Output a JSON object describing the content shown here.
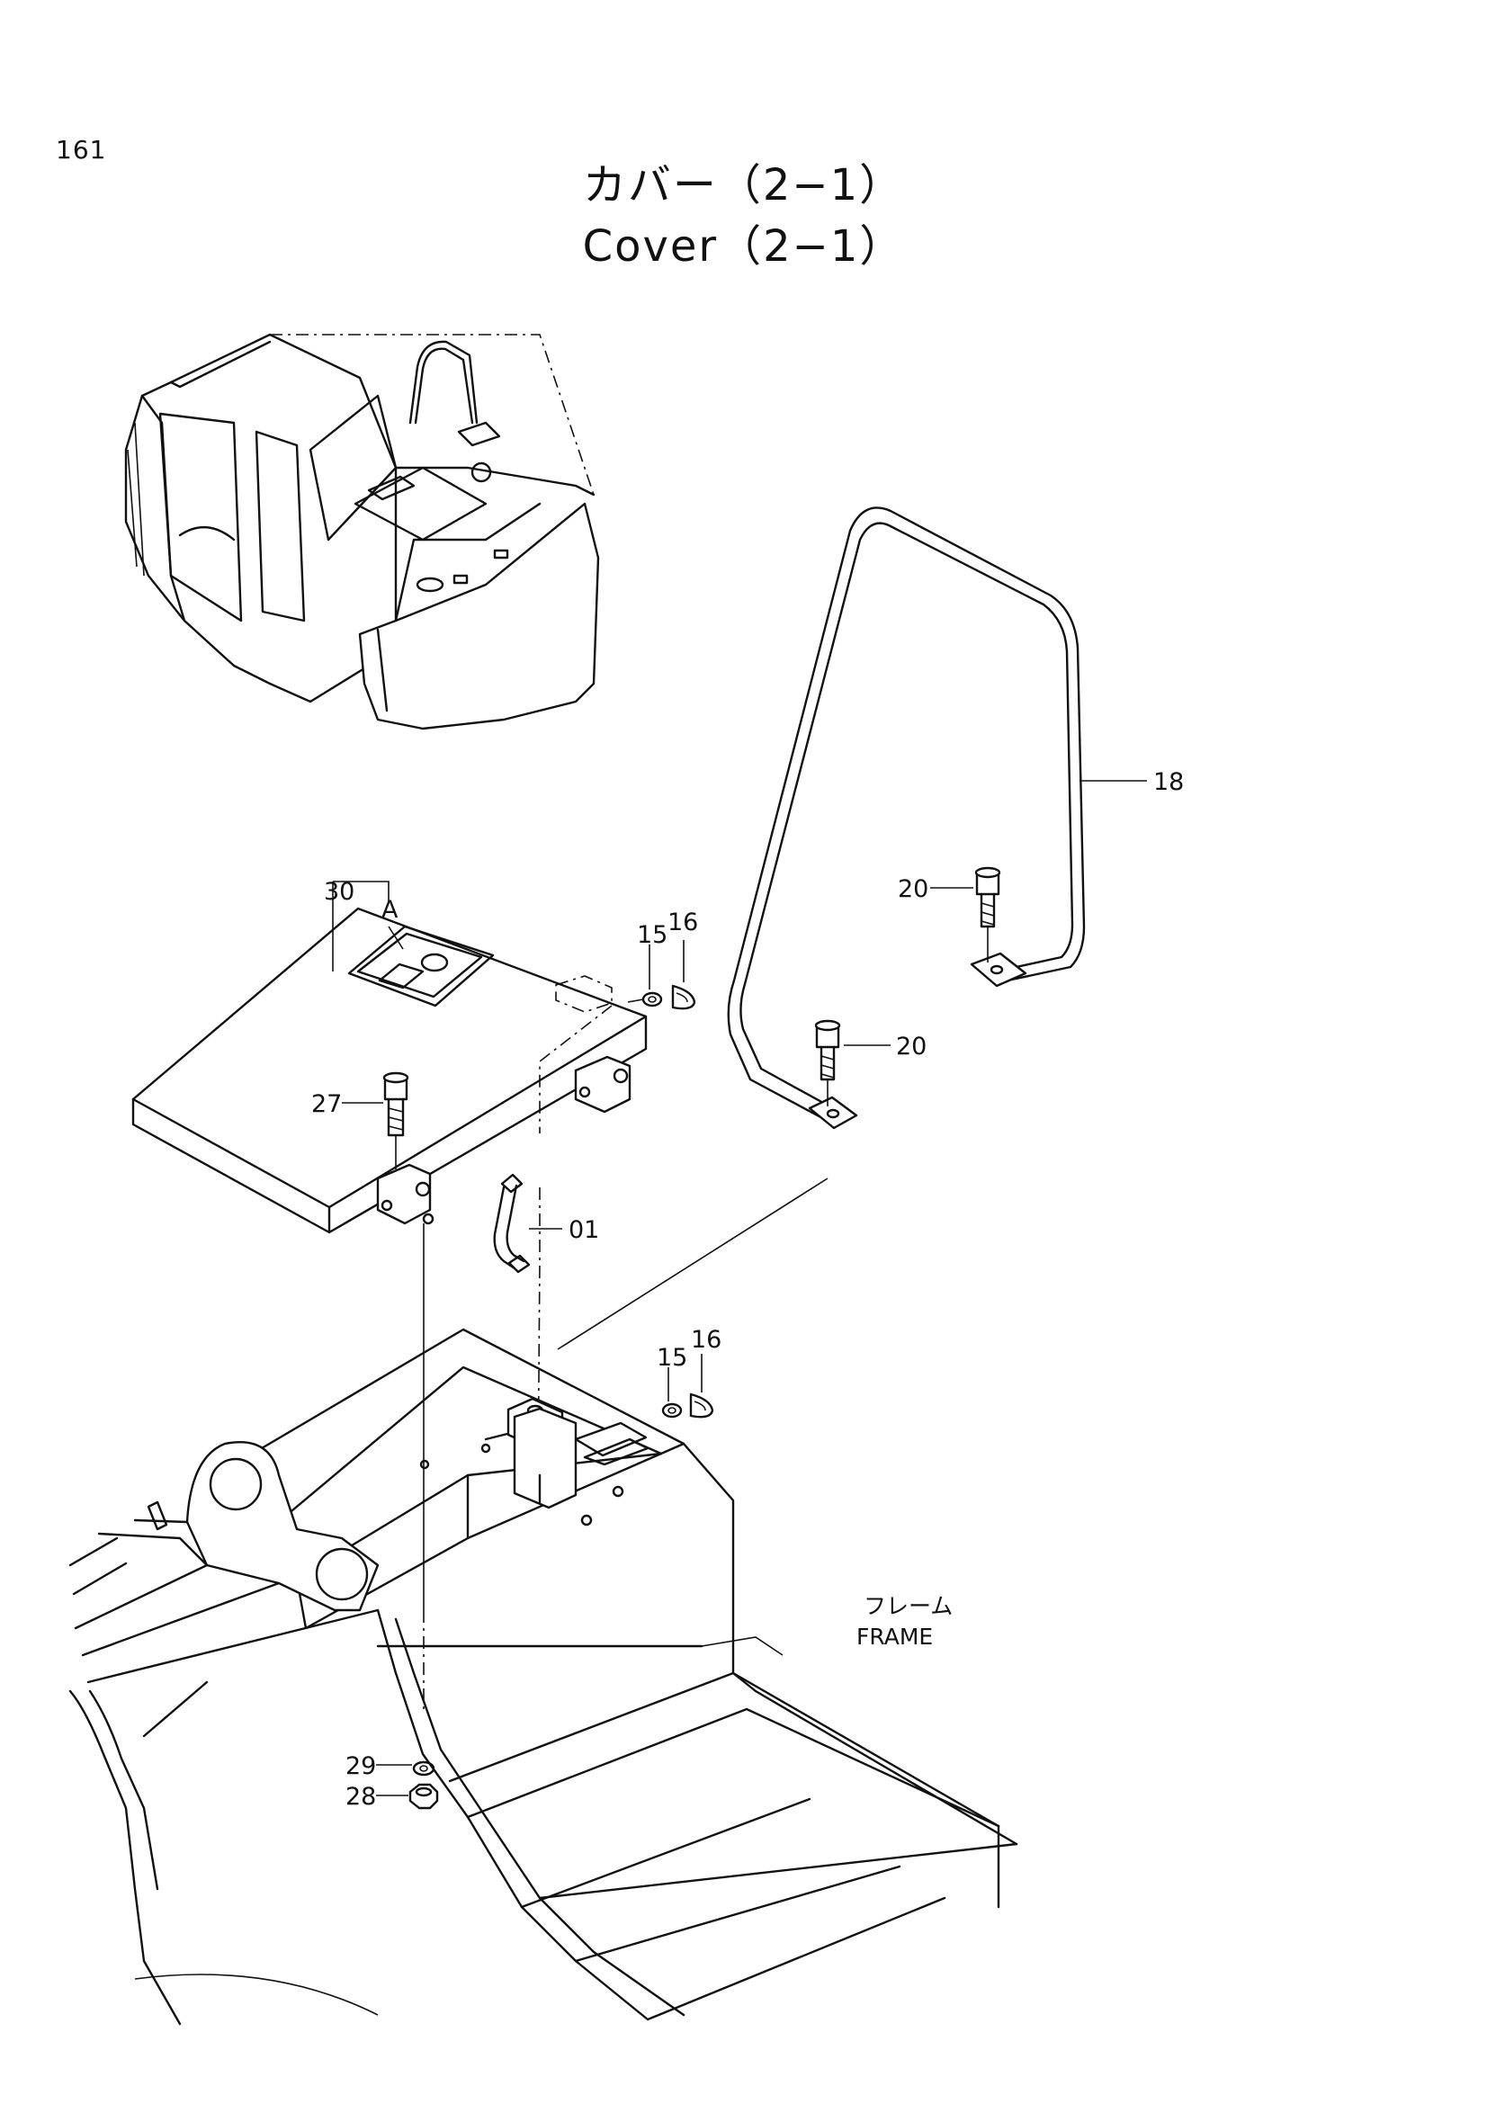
{
  "page": {
    "number": "161",
    "title_jp": "カバー（2−1）",
    "title_en": "Cover（2−1）"
  },
  "callouts": {
    "c30": "30",
    "cA": "A",
    "c15a": "15",
    "c16a": "16",
    "c27": "27",
    "c01": "01",
    "c15b": "15",
    "c16b": "16",
    "c18": "18",
    "c20a": "20",
    "c20b": "20",
    "c29": "29",
    "c28": "28"
  },
  "frame_label": {
    "jp": "フレーム",
    "en": "FRAME"
  }
}
